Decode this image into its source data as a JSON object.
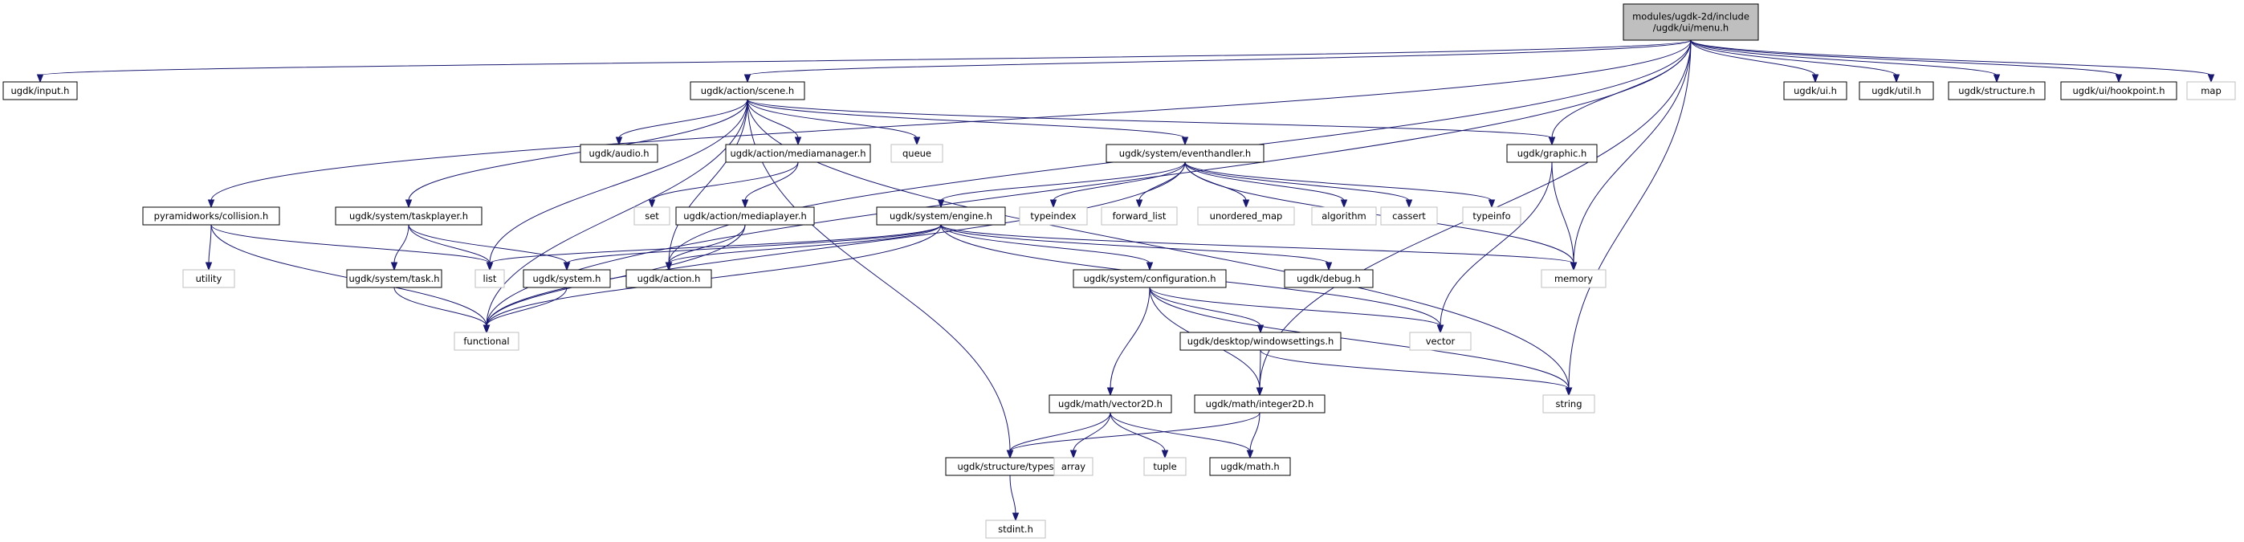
{
  "graph": {
    "nodes": [
      {
        "id": "menu",
        "lines": [
          "modules/ugdk-2d/include",
          "/ugdk/ui/menu.h"
        ],
        "kind": "root"
      },
      {
        "id": "input",
        "lines": [
          "ugdk/input.h"
        ],
        "kind": "local"
      },
      {
        "id": "scene",
        "lines": [
          "ugdk/action/scene.h"
        ],
        "kind": "local"
      },
      {
        "id": "ui",
        "lines": [
          "ugdk/ui.h"
        ],
        "kind": "local"
      },
      {
        "id": "util",
        "lines": [
          "ugdk/util.h"
        ],
        "kind": "local"
      },
      {
        "id": "structure",
        "lines": [
          "ugdk/structure.h"
        ],
        "kind": "local"
      },
      {
        "id": "hookpoint",
        "lines": [
          "ugdk/ui/hookpoint.h"
        ],
        "kind": "local"
      },
      {
        "id": "map",
        "lines": [
          "map"
        ],
        "kind": "system"
      },
      {
        "id": "audio",
        "lines": [
          "ugdk/audio.h"
        ],
        "kind": "local"
      },
      {
        "id": "mediamanager",
        "lines": [
          "ugdk/action/mediamanager.h"
        ],
        "kind": "local"
      },
      {
        "id": "queue",
        "lines": [
          "queue"
        ],
        "kind": "system"
      },
      {
        "id": "eventhandler",
        "lines": [
          "ugdk/system/eventhandler.h"
        ],
        "kind": "local"
      },
      {
        "id": "graphic",
        "lines": [
          "ugdk/graphic.h"
        ],
        "kind": "local"
      },
      {
        "id": "collision",
        "lines": [
          "pyramidworks/collision.h"
        ],
        "kind": "local"
      },
      {
        "id": "taskplayer",
        "lines": [
          "ugdk/system/taskplayer.h"
        ],
        "kind": "local"
      },
      {
        "id": "set",
        "lines": [
          "set"
        ],
        "kind": "system"
      },
      {
        "id": "mediaplayer",
        "lines": [
          "ugdk/action/mediaplayer.h"
        ],
        "kind": "local"
      },
      {
        "id": "engine",
        "lines": [
          "ugdk/system/engine.h"
        ],
        "kind": "local"
      },
      {
        "id": "typeindex",
        "lines": [
          "typeindex"
        ],
        "kind": "system"
      },
      {
        "id": "forward_list",
        "lines": [
          "forward_list"
        ],
        "kind": "system"
      },
      {
        "id": "unordered_map",
        "lines": [
          "unordered_map"
        ],
        "kind": "system"
      },
      {
        "id": "algorithm",
        "lines": [
          "algorithm"
        ],
        "kind": "system"
      },
      {
        "id": "cassert",
        "lines": [
          "cassert"
        ],
        "kind": "system"
      },
      {
        "id": "typeinfo",
        "lines": [
          "typeinfo"
        ],
        "kind": "system"
      },
      {
        "id": "utility",
        "lines": [
          "utility"
        ],
        "kind": "system"
      },
      {
        "id": "list",
        "lines": [
          "list"
        ],
        "kind": "system"
      },
      {
        "id": "system_h",
        "lines": [
          "ugdk/system.h"
        ],
        "kind": "local"
      },
      {
        "id": "action",
        "lines": [
          "ugdk/action.h"
        ],
        "kind": "local"
      },
      {
        "id": "debug",
        "lines": [
          "ugdk/debug.h"
        ],
        "kind": "local"
      },
      {
        "id": "memory",
        "lines": [
          "memory"
        ],
        "kind": "system"
      },
      {
        "id": "task",
        "lines": [
          "ugdk/system/task.h"
        ],
        "kind": "local"
      },
      {
        "id": "configuration",
        "lines": [
          "ugdk/system/configuration.h"
        ],
        "kind": "local"
      },
      {
        "id": "functional",
        "lines": [
          "functional"
        ],
        "kind": "system"
      },
      {
        "id": "vector",
        "lines": [
          "vector"
        ],
        "kind": "system"
      },
      {
        "id": "windowsettings",
        "lines": [
          "ugdk/desktop/windowsettings.h"
        ],
        "kind": "local"
      },
      {
        "id": "string",
        "lines": [
          "string"
        ],
        "kind": "system"
      },
      {
        "id": "vector2d",
        "lines": [
          "ugdk/math/vector2D.h"
        ],
        "kind": "local"
      },
      {
        "id": "integer2d",
        "lines": [
          "ugdk/math/integer2D.h"
        ],
        "kind": "local"
      },
      {
        "id": "types",
        "lines": [
          "ugdk/structure/types.h"
        ],
        "kind": "local"
      },
      {
        "id": "array",
        "lines": [
          "array"
        ],
        "kind": "system"
      },
      {
        "id": "tuple",
        "lines": [
          "tuple"
        ],
        "kind": "system"
      },
      {
        "id": "math",
        "lines": [
          "ugdk/math.h"
        ],
        "kind": "local"
      },
      {
        "id": "stdint",
        "lines": [
          "stdint.h"
        ],
        "kind": "system"
      }
    ],
    "edges": [
      [
        "menu",
        "input"
      ],
      [
        "menu",
        "scene"
      ],
      [
        "menu",
        "ui"
      ],
      [
        "menu",
        "util"
      ],
      [
        "menu",
        "structure"
      ],
      [
        "menu",
        "hookpoint"
      ],
      [
        "menu",
        "map"
      ],
      [
        "menu",
        "functional"
      ],
      [
        "menu",
        "collision"
      ],
      [
        "menu",
        "action"
      ],
      [
        "menu",
        "graphic"
      ],
      [
        "menu",
        "memory"
      ],
      [
        "menu",
        "integer2d"
      ],
      [
        "menu",
        "string"
      ],
      [
        "scene",
        "audio"
      ],
      [
        "scene",
        "mediamanager"
      ],
      [
        "scene",
        "queue"
      ],
      [
        "scene",
        "eventhandler"
      ],
      [
        "scene",
        "graphic"
      ],
      [
        "scene",
        "taskplayer"
      ],
      [
        "scene",
        "list"
      ],
      [
        "scene",
        "functional"
      ],
      [
        "scene",
        "action"
      ],
      [
        "scene",
        "types"
      ],
      [
        "scene",
        "string"
      ],
      [
        "mediamanager",
        "set"
      ],
      [
        "mediamanager",
        "mediaplayer"
      ],
      [
        "mediaplayer",
        "action"
      ],
      [
        "mediaplayer",
        "functional"
      ],
      [
        "eventhandler",
        "engine"
      ],
      [
        "eventhandler",
        "typeindex"
      ],
      [
        "eventhandler",
        "forward_list"
      ],
      [
        "eventhandler",
        "unordered_map"
      ],
      [
        "eventhandler",
        "algorithm"
      ],
      [
        "eventhandler",
        "cassert"
      ],
      [
        "eventhandler",
        "typeinfo"
      ],
      [
        "eventhandler",
        "memory"
      ],
      [
        "eventhandler",
        "functional"
      ],
      [
        "graphic",
        "memory"
      ],
      [
        "graphic",
        "vector"
      ],
      [
        "collision",
        "utility"
      ],
      [
        "collision",
        "list"
      ],
      [
        "collision",
        "functional"
      ],
      [
        "taskplayer",
        "task"
      ],
      [
        "taskplayer",
        "system_h"
      ],
      [
        "taskplayer",
        "list"
      ],
      [
        "engine",
        "list"
      ],
      [
        "engine",
        "system_h"
      ],
      [
        "engine",
        "action"
      ],
      [
        "engine",
        "debug"
      ],
      [
        "engine",
        "memory"
      ],
      [
        "engine",
        "configuration"
      ],
      [
        "engine",
        "vector"
      ],
      [
        "engine",
        "functional"
      ],
      [
        "task",
        "functional"
      ],
      [
        "system_h",
        "functional"
      ],
      [
        "configuration",
        "windowsettings"
      ],
      [
        "configuration",
        "integer2d"
      ],
      [
        "configuration",
        "vector2d"
      ],
      [
        "configuration",
        "vector"
      ],
      [
        "configuration",
        "string"
      ],
      [
        "windowsettings",
        "integer2d"
      ],
      [
        "windowsettings",
        "string"
      ],
      [
        "vector2d",
        "types"
      ],
      [
        "vector2d",
        "array"
      ],
      [
        "vector2d",
        "tuple"
      ],
      [
        "vector2d",
        "math"
      ],
      [
        "integer2d",
        "math"
      ],
      [
        "integer2d",
        "types"
      ],
      [
        "types",
        "stdint"
      ]
    ]
  }
}
